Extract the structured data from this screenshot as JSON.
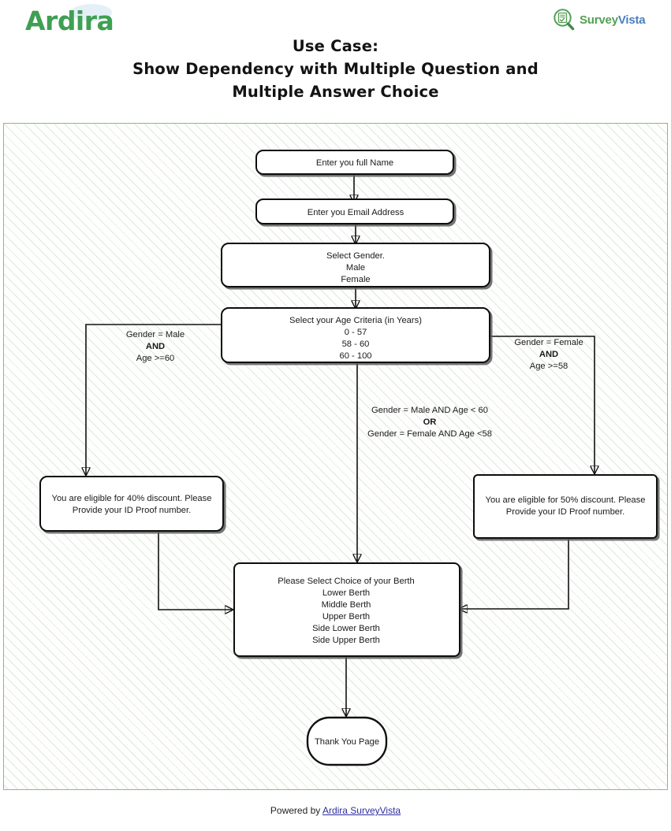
{
  "header": {
    "logo_left": "Ardira",
    "logo_right_part1": "Survey",
    "logo_right_part2": "Vista",
    "title_line1": "Use Case:",
    "title_line2": "Show Dependency with Multiple Question and",
    "title_line3": "Multiple Answer Choice"
  },
  "diagram": {
    "nodes": {
      "name": {
        "lines": [
          "Enter you full Name"
        ]
      },
      "email": {
        "lines": [
          "Enter you Email Address"
        ]
      },
      "gender": {
        "lines": [
          "Select Gender.",
          "Male",
          "Female"
        ]
      },
      "age": {
        "lines": [
          "Select your Age Criteria (in Years)",
          "0 - 57",
          "58 - 60",
          "60 - 100"
        ]
      },
      "discount40": {
        "lines": [
          "You are eligible for 40% discount. Please",
          "Provide your ID Proof number."
        ]
      },
      "discount50": {
        "lines": [
          "You are eligible for 50% discount. Please",
          "Provide your ID Proof number."
        ]
      },
      "berth": {
        "lines": [
          "Please Select Choice of your Berth",
          "Lower Berth",
          "Middle Berth",
          "Upper Berth",
          "Side Lower Berth",
          "Side Upper Berth"
        ]
      },
      "thankyou": {
        "lines": [
          "Thank You Page"
        ]
      }
    },
    "edge_labels": {
      "left": {
        "line1": "Gender = Male",
        "line2": "AND",
        "line3": "Age >=60"
      },
      "right": {
        "line1": "Gender = Female",
        "line2": "AND",
        "line3": "Age >=58"
      },
      "center": {
        "line1": "Gender = Male AND Age < 60",
        "line2": "OR",
        "line3": "Gender = Female AND Age <58"
      }
    }
  },
  "footer": {
    "prefix": "Powered by ",
    "link": "Ardira SurveyVista"
  },
  "colors": {
    "brand_green": "#3f9f53",
    "survey_green": "#52a053",
    "vista_blue": "#4b7fbe",
    "canvas_border": "#8db887",
    "node_stroke": "#111111",
    "link": "#2d2d9e"
  }
}
